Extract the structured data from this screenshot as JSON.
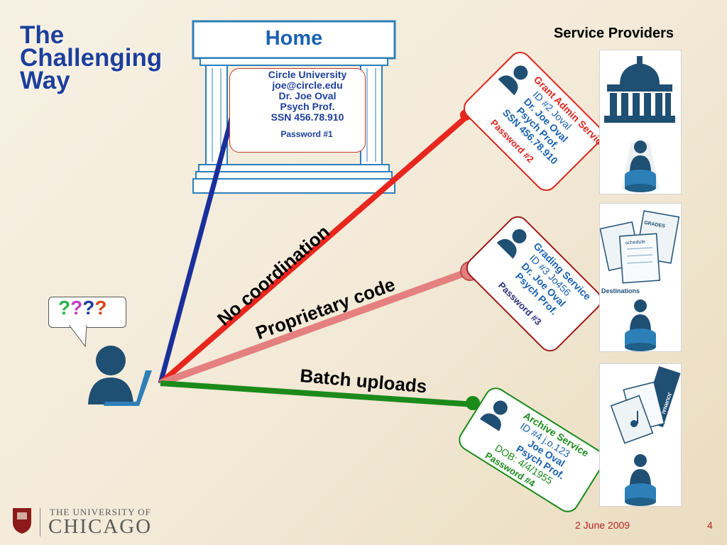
{
  "slide": {
    "title_line1": "The",
    "title_line2": "Challenging",
    "title_line3": "Way",
    "service_providers_label": "Service Providers",
    "date": "2 June 2009",
    "page_number": "4"
  },
  "home": {
    "caption": "Home",
    "lines": [
      "Circle University",
      "joe@circle.edu",
      "Dr. Joe Oval",
      "Psych Prof.",
      "SSN 456.78.910"
    ],
    "password": "Password #1"
  },
  "user": {
    "question_marks": [
      "?",
      "?",
      "?",
      "?"
    ],
    "question_colors": [
      "#2ab34a",
      "#c040c0",
      "#1d3f9a",
      "#d9461e"
    ]
  },
  "connections": {
    "no_coordination": "No coordination",
    "proprietary_code": "Proprietary code",
    "batch_uploads": "Batch uploads",
    "colors": {
      "home": "#1a2f9a",
      "grant": "#e8261e",
      "grading": "#e58080",
      "archive": "#1b8a1b"
    }
  },
  "cards": {
    "grant": {
      "lines": [
        "Grant Admin Service",
        "ID #2 Joval",
        "Dr. Joe Oval",
        "Psych Prof.",
        "SSN 456.78.910"
      ],
      "password": "Password #2",
      "border": "#d9261e"
    },
    "grading": {
      "lines": [
        "Grading Service",
        "ID #3 Jo456",
        "Dr. Joe Oval",
        "Psych Prof."
      ],
      "password": "Password #3",
      "border": "#9b1c1c"
    },
    "archive": {
      "lines": [
        "Archive Service",
        "ID #4 j.o.123",
        "Joe Oval",
        "Psych Prof.",
        "DOB: 4/4/1955"
      ],
      "password": "Password #4",
      "border": "#1b8a1b"
    }
  },
  "providers": {
    "grades_doc_label": "GRADES",
    "schedule_doc_label": "schedule",
    "destinations_label": "Destinations",
    "journal_label": "JOURNAL"
  },
  "footer": {
    "university_line1": "THE UNIVERSITY OF",
    "university_line2": "CHICAGO"
  }
}
